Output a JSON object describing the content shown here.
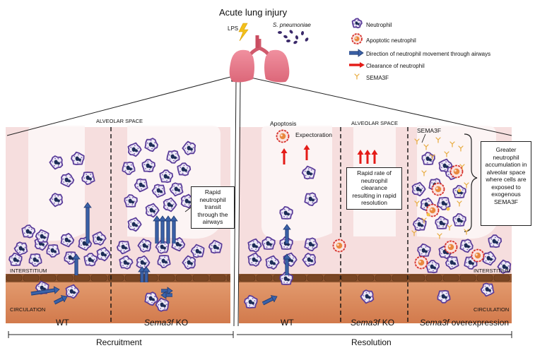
{
  "title": "Acute lung injury",
  "triggers": {
    "lps": "LPS",
    "pathogen": "S. pneumoniae"
  },
  "legend": {
    "neutrophil": "Neutrophil",
    "apoptotic": "Apoptotic neutrophil",
    "direction": "Direction of neutrophil movement through airways",
    "clearance": "Clearance of neutrophil",
    "sema3f": "SEMA3F"
  },
  "left_panel": {
    "alveolar_space": "ALVEOLAR SPACE",
    "interstitium": "INTERSTITIUM",
    "circulation": "CIRCULATION",
    "callout": "Rapid neutrophil transit through the airways",
    "conditions": {
      "wt": "WT",
      "ko_gene": "Sema3f",
      "ko_suffix": " KO"
    }
  },
  "right_panel": {
    "alveolar_space": "ALVEOLAR SPACE",
    "interstitium": "INTERSTITIUM",
    "circulation": "CIRCULATION",
    "apoptosis": "Apoptosis",
    "expectoration": "Expectoration",
    "sema3f": "SEMA3F",
    "ko_callout": "Rapid rate of neutrophil clearance resulting in rapid resolution",
    "oe_callout": "Greater neutrophil accumulation in alveolar space where cells are exposed to exogenous SEMA3F",
    "conditions": {
      "wt": "WT",
      "ko_gene": "Sema3f",
      "ko_suffix": " KO",
      "oe_gene": "Sema3f",
      "oe_suffix": " overexpression"
    }
  },
  "phases": {
    "recruitment": "Recruitment",
    "resolution": "Resolution"
  },
  "colors": {
    "neutrophil_fill": "#eeeaf6",
    "neutrophil_border": "#5b3d9a",
    "nucleus": "#1c2c57",
    "apoptotic_border": "#d6302a",
    "apoptotic_core": "#e9883e",
    "blue_arrow": "#3b62a8",
    "red_arrow": "#e41b17",
    "sema3f": "#e8a93a",
    "alveolus": "#f6dede",
    "alveolus_inner": "#fdf6f6",
    "tissue": "#d98a5a",
    "wall_brick": "#7a4624",
    "lung": "#e87b8c"
  }
}
